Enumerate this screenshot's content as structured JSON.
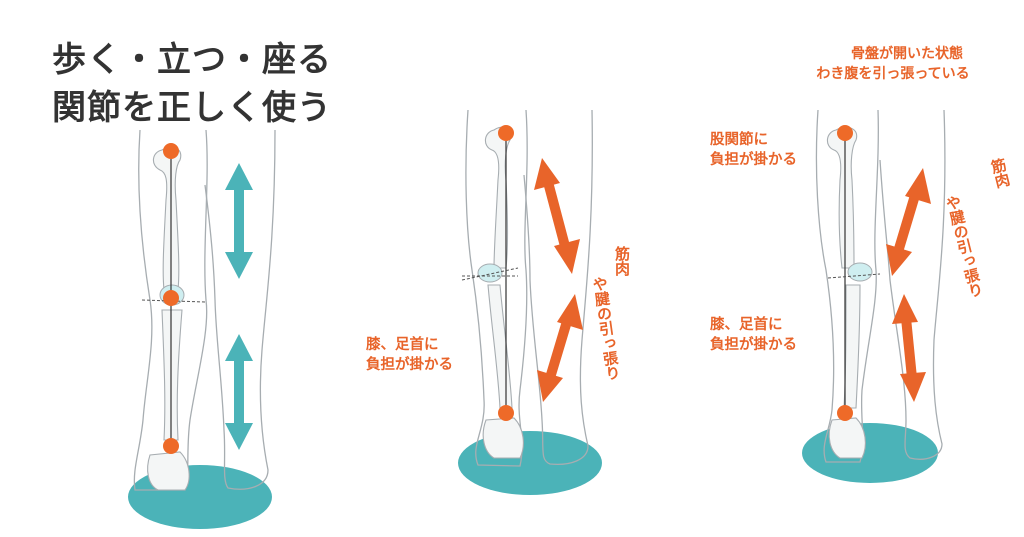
{
  "title": {
    "line1": "歩く・立つ・座る",
    "line2": "関節を正しく使う"
  },
  "panel2": {
    "knee_ankle_label_1": "膝、足首に",
    "knee_ankle_label_2": "負担が掛かる",
    "muscle_label_1": "筋肉",
    "muscle_label_2": "や腱の引っ張り"
  },
  "panel3": {
    "pelvis_label_1": "骨盤が開いた状態",
    "pelvis_label_2": "わき腹を引っ張っている",
    "hip_label_1": "股関節に",
    "hip_label_2": "負担が掛かる",
    "knee_ankle_label_1": "膝、足首に",
    "knee_ankle_label_2": "負担が掛かる",
    "muscle_label_1": "筋肉",
    "muscle_label_2": "や腱の引っ張り"
  },
  "colors": {
    "teal": "#4bb3b8",
    "orange": "#e8642a",
    "joint": "#ee6a28",
    "outline": "#9aa0a4",
    "text": "#333333"
  }
}
